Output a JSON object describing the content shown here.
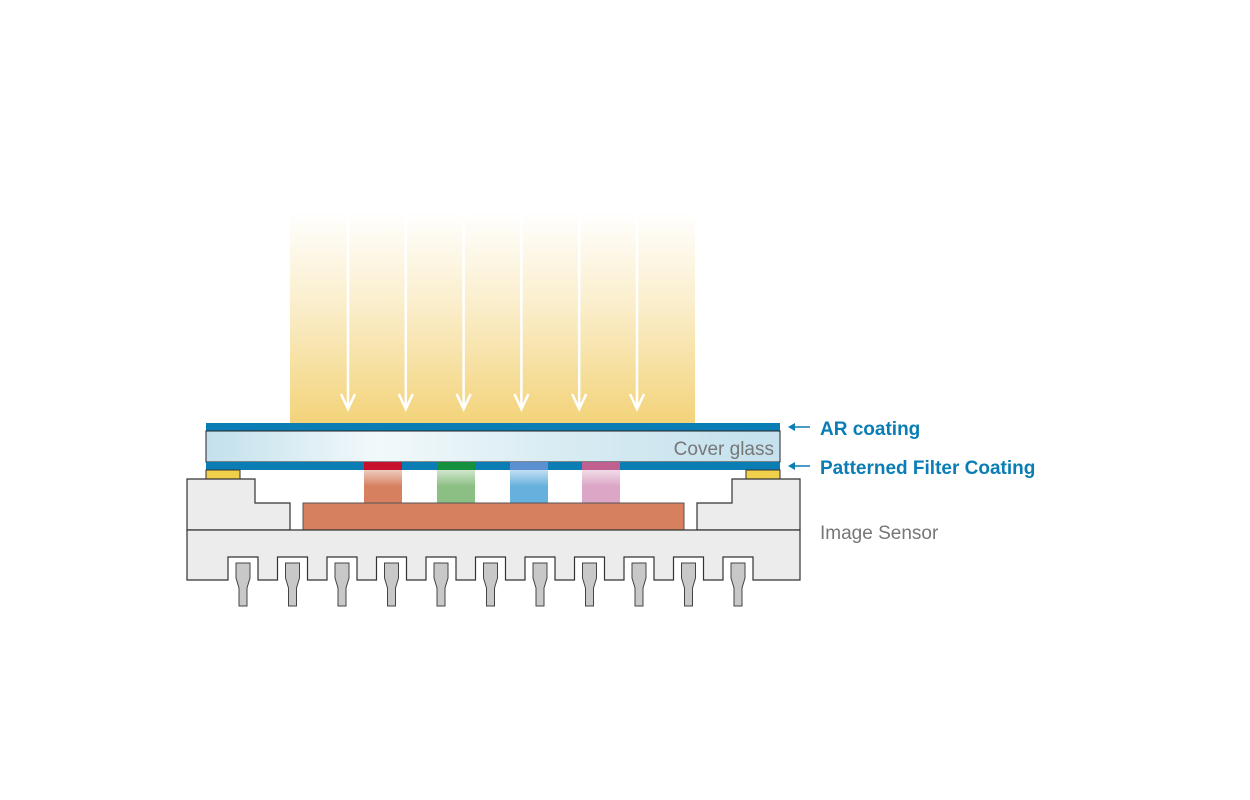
{
  "labels": {
    "ar_coating": "AR coating",
    "patterned_filter": "Patterned Filter Coating",
    "image_sensor": "Image Sensor",
    "cover_glass": "Cover glass"
  },
  "colors": {
    "coating": "#0a7db5",
    "label_blue": "#0a7db5",
    "label_gray": "#777777",
    "light": "#f3d37a",
    "sensor": "#d6805f",
    "housing": "#ececec",
    "pad": "#f0cf4a",
    "pin": "#c8c8c8"
  },
  "filters": [
    {
      "name": "red",
      "top": "#c8102e",
      "body": "#d6805f"
    },
    {
      "name": "green",
      "top": "#15903f",
      "body": "#8cbf84"
    },
    {
      "name": "blue",
      "top": "#5b8fcf",
      "body": "#66b0de"
    },
    {
      "name": "pink",
      "top": "#c06090",
      "body": "#dca6c6"
    }
  ],
  "light_ray_count": 6,
  "pin_count": 11
}
